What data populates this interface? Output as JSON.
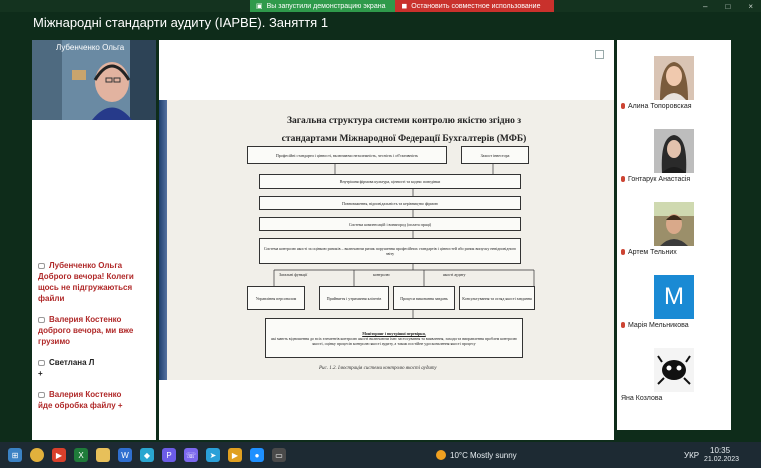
{
  "share_bar": {
    "demo_text": "Вы запустили демонстрацию экрана",
    "stop_text": "Остановить совместное использование"
  },
  "window": {
    "title": "Міжнародні стандарти аудиту (ІАРВЕ). Заняття 1",
    "minimize": "–",
    "maximize": "□",
    "close": "×"
  },
  "self_video": {
    "name": "Лубенченко Ольга"
  },
  "chat": [
    {
      "author": "Лубенченко Ольга",
      "text": "Доброго вечора! Колеги щось не підгружаються файли",
      "color": "red"
    },
    {
      "author": "Валерия Костенко",
      "text": "доброго вечора, ми вже грузимо",
      "color": "red"
    },
    {
      "author": "Светлана Л",
      "text": "+",
      "color": "black"
    },
    {
      "author": "Валерия Костенко",
      "text": "йде обробка файлу +",
      "color": "red"
    }
  ],
  "slide": {
    "title_line1": "Загальна структура системи контролю якістю згідно з",
    "title_line2": "стандартами Міжнародної Федерації Бухгалтерів (МФБ)",
    "box_ethics": "Професійні стандарти і цінності, включаючи незалежність, чесність і об'єктивність",
    "box_investor": "Захист інвестора",
    "box_culture": "Внутрішня фірмова культура, цінності та кодекс поведінки",
    "box_authority": "Повноваження, відповідальність та керівництво фірмою",
    "box_compensation": "Система компенсацій і винагород (оплата праці)",
    "box_risk": "Система контролю якості за оцінкою ризиків – включаючи ризик порушення професійних стандартів і цінностей або ризик випуску невідповідного звіту",
    "label_general": "Загальні функції",
    "label_control": "контролю",
    "label_quality": "якості аудиту",
    "box_hr": "Управління персоналом",
    "box_clients": "Прийняття і утримання клієнтів",
    "box_engagement": "Процеси виконання завдань",
    "box_consult": "Консультування та огляд якості завдання",
    "box_monitor_title": "Моніторинг і внутрішні перевірки,",
    "box_monitor_text": "які мають відношення до всіх елементів контролю якості включаючи їхнє застосування та виявлення, заходи та виправлення проблем контролю якості, оцінку процесів контролю якості аудиту, а також постійне удосконалення якості процесу",
    "caption": "Рис. 1.2. Ілюстрація системи контролю якості аудиту"
  },
  "participants": [
    {
      "name": "Алина Топоровская"
    },
    {
      "name": "Гонтарук Анастасія"
    },
    {
      "name": "Артем Тельних"
    },
    {
      "name": "Марія Мельникова",
      "initial": "M"
    },
    {
      "name": "Яна Козлова"
    }
  ],
  "taskbar": {
    "weather_temp": "10°C",
    "weather_desc": "Mostly sunny",
    "lang": "УКР",
    "time": "10:35",
    "date": "21.02.2023"
  }
}
